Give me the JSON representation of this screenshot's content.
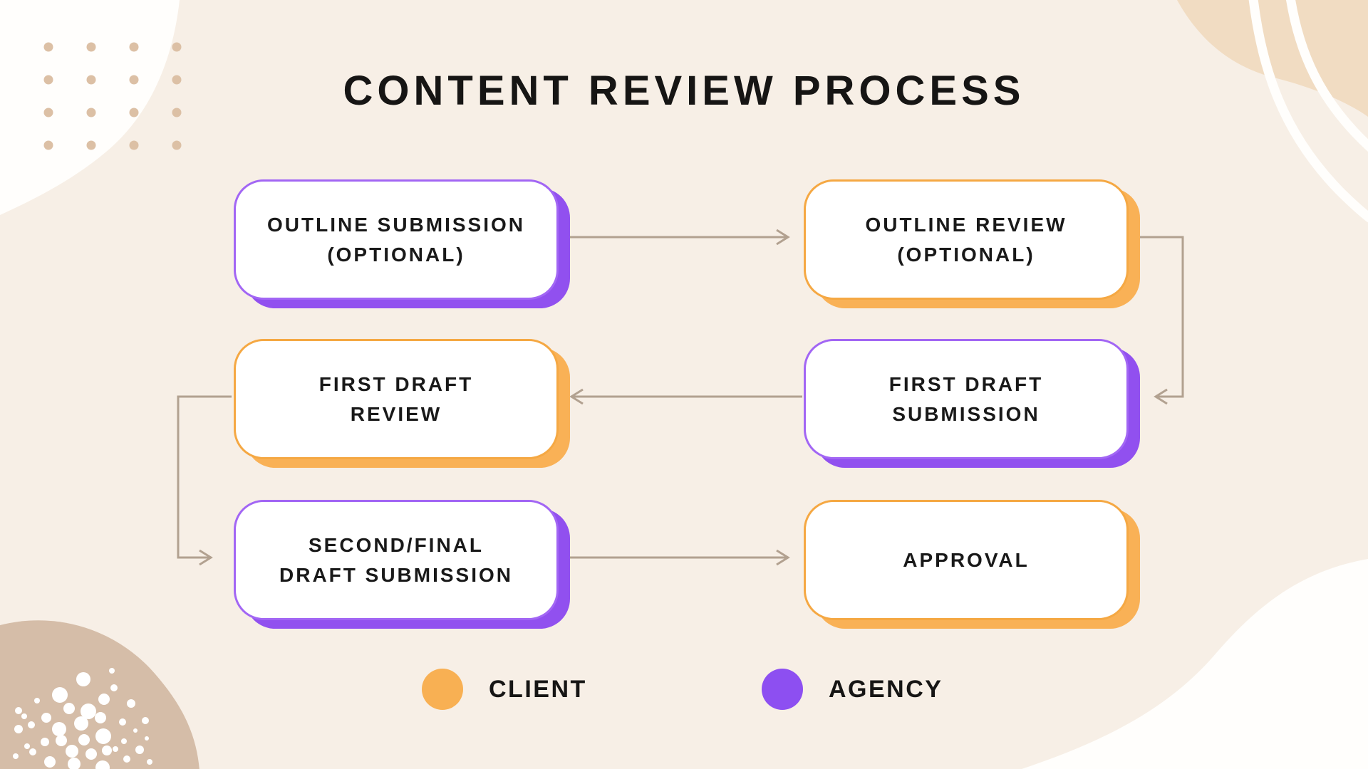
{
  "page": {
    "title": "CONTENT REVIEW PROCESS",
    "background_color": "#f7efe6"
  },
  "colors": {
    "client_orange": "#f8b053",
    "agency_purple": "#9150ef",
    "connector_tan": "#b2a190",
    "box_fill": "#ffffff",
    "text": "#191919",
    "decor_dot_tan": "#dcc0a5",
    "decor_blob_beige": "#f1dcc2",
    "decor_blob_tan": "#d5bda8",
    "decor_blob_white": "#fffefc"
  },
  "boxes": [
    {
      "id": "outline-submission",
      "label": "OUTLINE SUBMISSION\n(OPTIONAL)",
      "owner": "agency"
    },
    {
      "id": "outline-review",
      "label": "OUTLINE REVIEW\n(OPTIONAL)",
      "owner": "client"
    },
    {
      "id": "first-draft-review",
      "label": "FIRST DRAFT\nREVIEW",
      "owner": "client"
    },
    {
      "id": "first-draft-submission",
      "label": "FIRST DRAFT\nSUBMISSION",
      "owner": "agency"
    },
    {
      "id": "second-final-draft-submission",
      "label": "SECOND/FINAL\nDRAFT SUBMISSION",
      "owner": "agency"
    },
    {
      "id": "approval",
      "label": "APPROVAL",
      "owner": "client"
    }
  ],
  "flow": [
    {
      "from": "outline-submission",
      "to": "outline-review"
    },
    {
      "from": "outline-review",
      "to": "first-draft-submission"
    },
    {
      "from": "first-draft-submission",
      "to": "first-draft-review"
    },
    {
      "from": "first-draft-review",
      "to": "second-final-draft-submission"
    },
    {
      "from": "second-final-draft-submission",
      "to": "approval"
    }
  ],
  "legend": [
    {
      "label": "CLIENT",
      "color": "#f8b053"
    },
    {
      "label": "AGENCY",
      "color": "#8d4ff1"
    }
  ]
}
